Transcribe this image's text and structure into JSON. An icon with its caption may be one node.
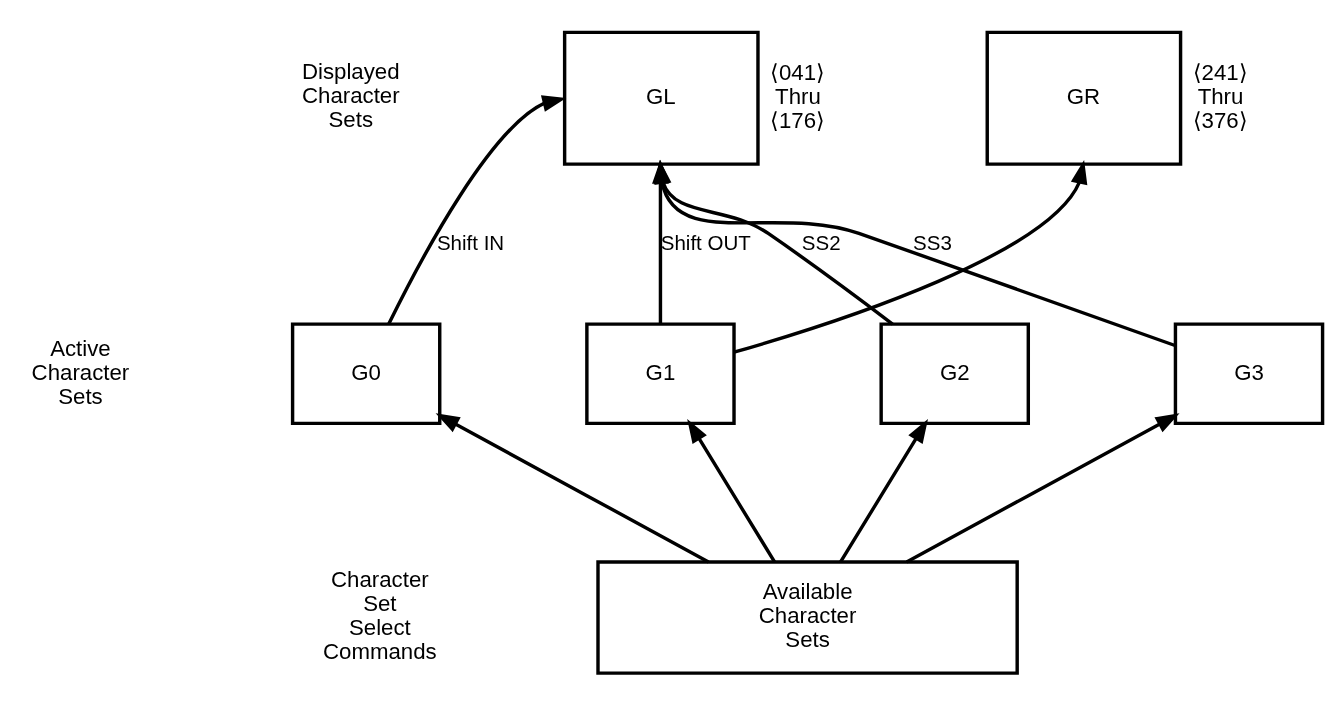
{
  "diagram": {
    "nodes": [
      {
        "text": [
          "GL"
        ],
        "beside": [
          "⟨041⟩ Thru ⟨176⟩"
        ]
      },
      {
        "text": [
          "GR"
        ],
        "beside": [
          "⟨241⟩ Thru ⟨376⟩"
        ]
      },
      {
        "text": [
          "G0"
        ]
      },
      {
        "text": [
          "G1"
        ]
      },
      {
        "text": [
          "G2"
        ]
      },
      {
        "text": [
          "G3"
        ]
      },
      {
        "text": [
          "Available Character Sets"
        ]
      }
    ],
    "edges": [
      {
        "from": 2,
        "to": 0,
        "arrow": "to",
        "label": "Shift IN"
      },
      {
        "from": 3,
        "to": 0,
        "arrow": "to",
        "label": "Shift OUT"
      },
      {
        "from": 4,
        "to": 0,
        "arrow": "to",
        "label": "SS2"
      },
      {
        "from": 5,
        "to": 0,
        "arrow": "to",
        "label": "SS3"
      },
      {
        "from": 3,
        "to": 1,
        "arrow": "to"
      },
      {
        "from": 6,
        "to": 2,
        "arrow": "to"
      },
      {
        "from": 6,
        "to": 3,
        "arrow": "to"
      },
      {
        "from": 6,
        "to": 4,
        "arrow": "to"
      },
      {
        "from": 6,
        "to": 5,
        "arrow": "to"
      }
    ],
    "labels": [
      "Displayed Character Sets",
      "Active Character Sets",
      "Character Set Select Commands"
    ]
  }
}
